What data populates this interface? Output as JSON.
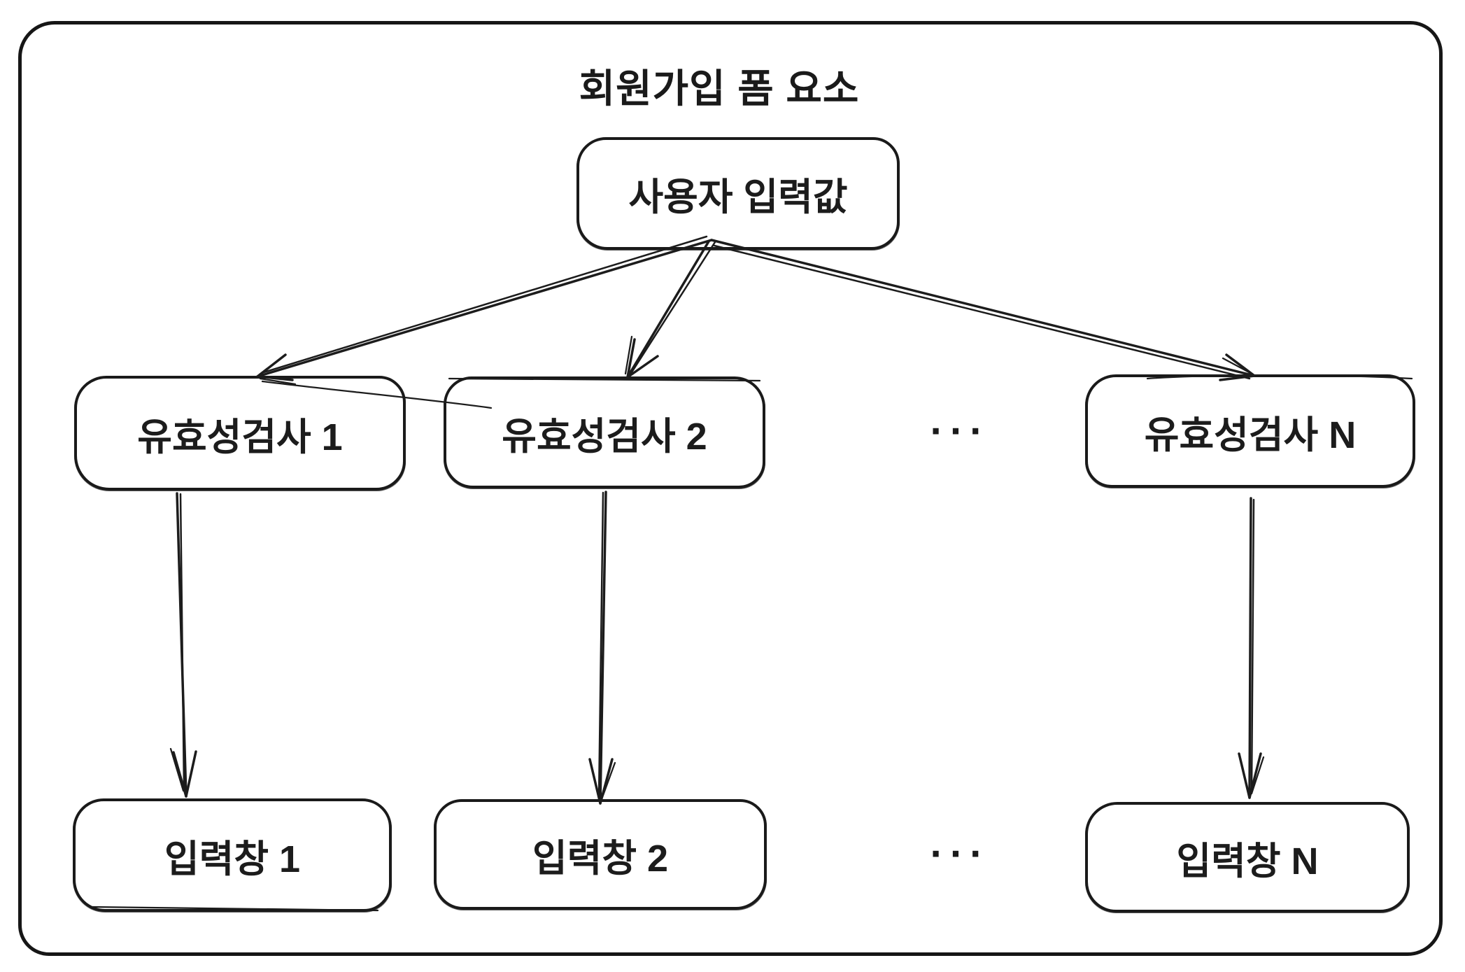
{
  "page": {
    "background_color": "#ffffff",
    "stroke_color": "#1a1a1a"
  },
  "diagram": {
    "title": "회원가입 폼 요소",
    "root_node": {
      "label": "사용자 입력값"
    },
    "validator_nodes": [
      {
        "label": "유효성검사 1"
      },
      {
        "label": "유효성검사 2"
      },
      {
        "label": "유효성검사 N"
      }
    ],
    "input_nodes": [
      {
        "label": "입력창 1"
      },
      {
        "label": "입력창 2"
      },
      {
        "label": "입력창 N"
      }
    ],
    "ellipsis_validators": "···",
    "ellipsis_inputs": "···"
  }
}
